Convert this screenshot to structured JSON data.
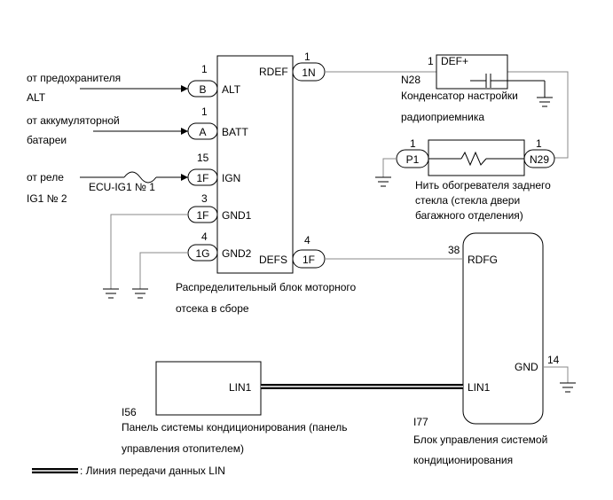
{
  "sources": {
    "fuse_line1": "от предохранителя",
    "fuse_line2": "ALT",
    "battery_line1": "от аккумуляторной",
    "battery_line2": "батареи",
    "relay_line1": "от реле",
    "relay_line2": "IG1 № 2"
  },
  "fuse_label": "ECU-IG1 № 1",
  "junction_block": {
    "caption_line1": "Распределительный блок моторного",
    "caption_line2": "отсека в сборе",
    "pins": [
      {
        "num": "1",
        "connector": "B",
        "name": "ALT"
      },
      {
        "num": "1",
        "connector": "A",
        "name": "BATT"
      },
      {
        "num": "15",
        "connector": "1F",
        "name": "IGN"
      },
      {
        "num": "3",
        "connector": "1F",
        "name": "GND1"
      },
      {
        "num": "4",
        "connector": "1G",
        "name": "GND2"
      }
    ],
    "out_pins": [
      {
        "num": "1",
        "connector": "1N",
        "name": "RDEF"
      },
      {
        "num": "4",
        "connector": "1F",
        "name": "DEFS"
      }
    ]
  },
  "capacitor": {
    "id": "N28",
    "pin_num": "1",
    "pin_name": "DEF+",
    "caption_line1": "Конденсатор настройки",
    "caption_line2": "радиоприемника"
  },
  "heater": {
    "left_num": "1",
    "left_conn": "P1",
    "right_num": "1",
    "right_conn": "N29",
    "caption_line1": "Нить обогревателя заднего",
    "caption_line2": "стекла (стекла двери",
    "caption_line3": "багажного отделения)"
  },
  "ac_ecu": {
    "id": "I77",
    "rdfg_num": "38",
    "rdfg_name": "RDFG",
    "gnd_num": "14",
    "gnd_name": "GND",
    "lin_name": "LIN1",
    "caption_line1": "Блок управления системой",
    "caption_line2": "кондиционирования"
  },
  "ac_panel": {
    "id": "I56",
    "lin_name": "LIN1",
    "caption_line1": "Панель системы кондиционирования (панель",
    "caption_line2": "управления отопителем)"
  },
  "legend": {
    "text": ": Линия передачи данных LIN"
  }
}
